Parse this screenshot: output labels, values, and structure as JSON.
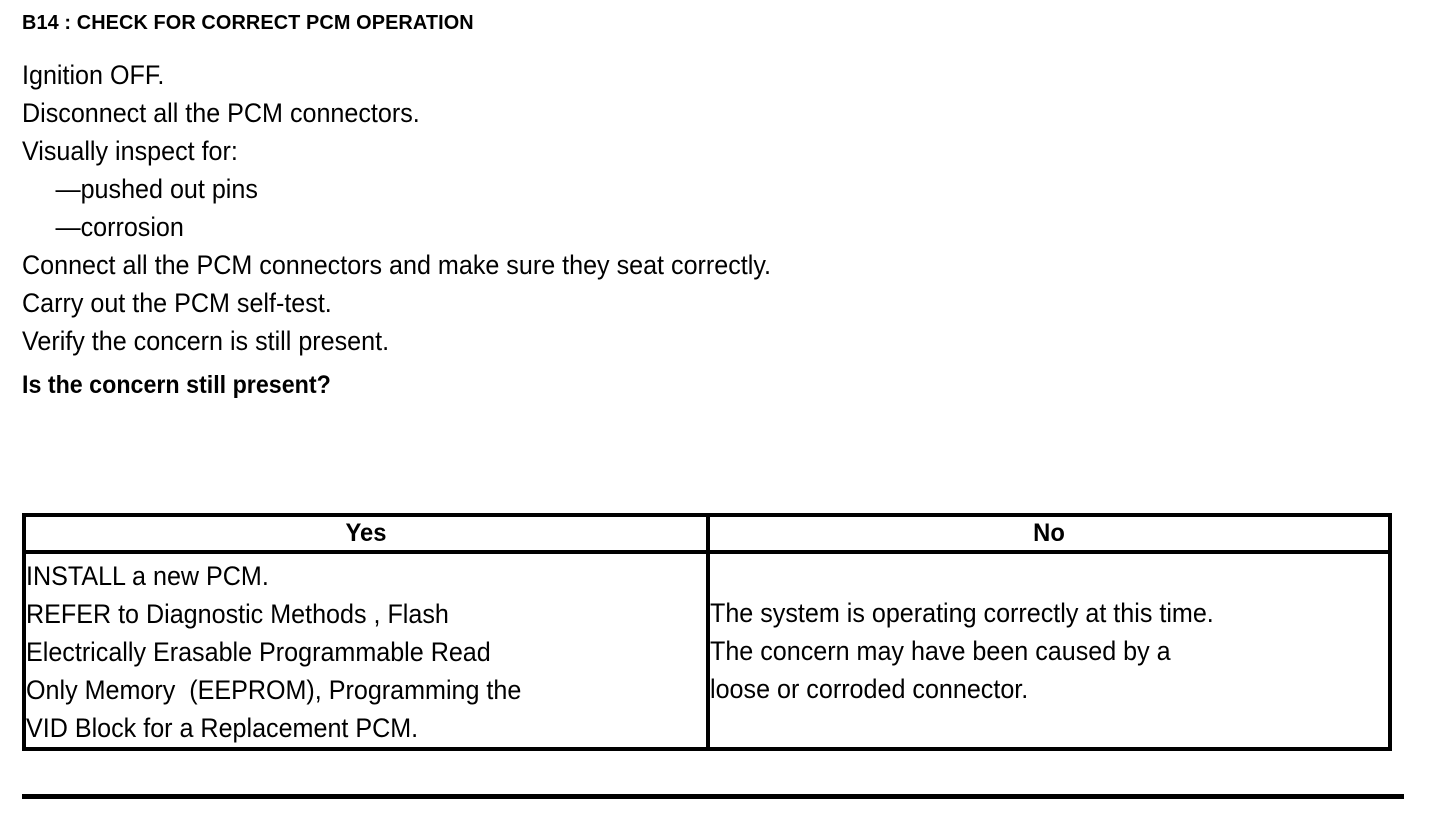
{
  "document": {
    "heading": "B14 : CHECK FOR CORRECT PCM OPERATION",
    "background_color": "#ffffff",
    "text_color": "#000000"
  },
  "instructions": {
    "lines": [
      "Ignition OFF.",
      "Disconnect all the PCM connectors.",
      "Visually inspect for:"
    ],
    "inspect_items": [
      "—pushed out pins",
      "—corrosion"
    ],
    "lines_after": [
      "Connect all the PCM connectors and make sure they seat correctly.",
      "Carry out the PCM self-test.",
      "Verify the concern is still present."
    ],
    "question": "Is the concern still present?"
  },
  "decision_table": {
    "headers": [
      "Yes",
      "No"
    ],
    "yes_cell_lines": [
      "INSTALL a new PCM.",
      "REFER to Diagnostic Methods , Flash",
      "Electrically Erasable Programmable Read",
      "Only Memory  (EEPROM), Programming the",
      "VID Block for a Replacement PCM."
    ],
    "no_cell_lines": [
      "The system is operating correctly at this time.",
      "The concern may have been caused by a",
      "loose or corroded connector."
    ]
  }
}
